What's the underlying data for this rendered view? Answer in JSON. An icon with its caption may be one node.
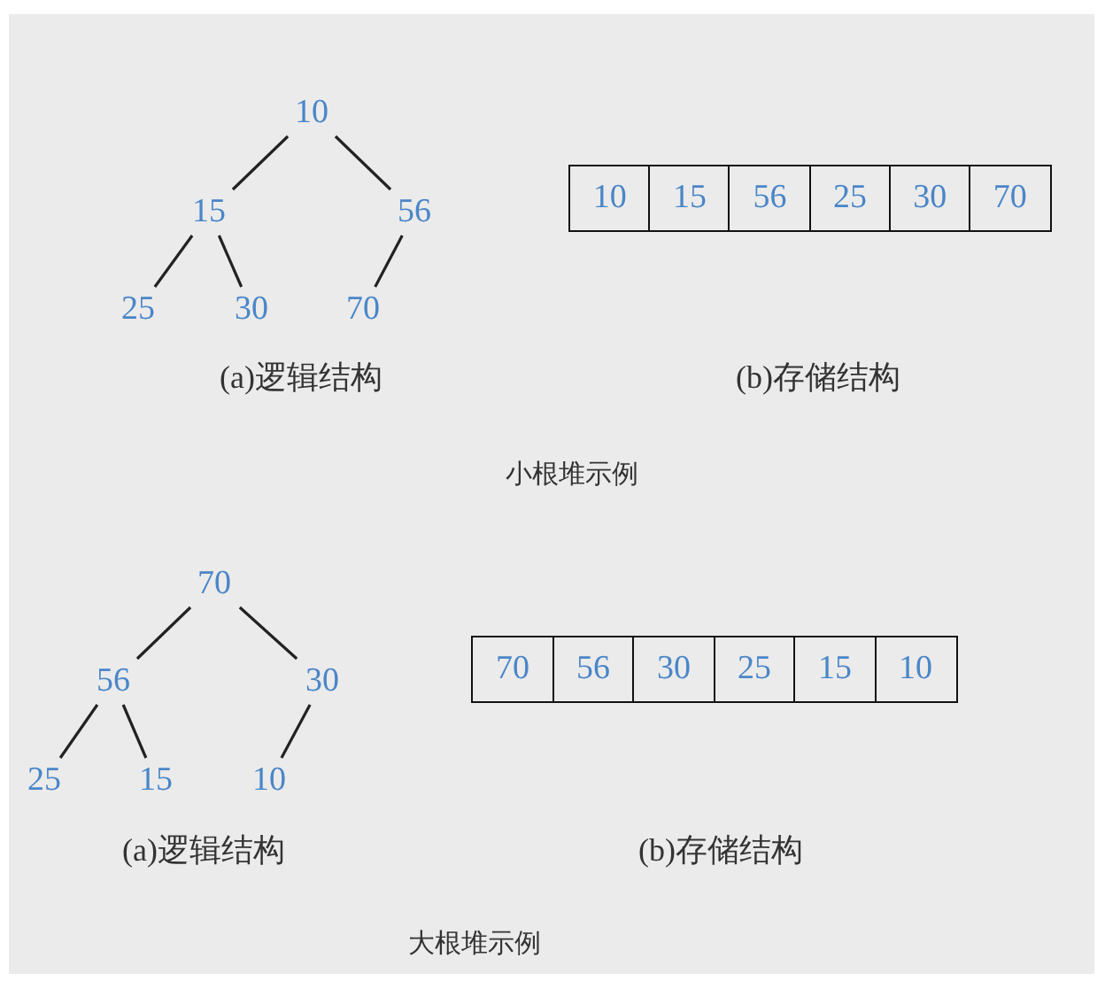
{
  "diagram": {
    "nodes": [
      {
        "text": [
          "10"
        ]
      },
      {
        "text": [
          "15"
        ]
      },
      {
        "text": [
          "56"
        ]
      },
      {
        "text": [
          "25"
        ]
      },
      {
        "text": [
          "30"
        ]
      },
      {
        "text": [
          "70"
        ]
      },
      {
        "text": [
          "10"
        ]
      },
      {
        "text": [
          "15"
        ]
      },
      {
        "text": [
          "56"
        ]
      },
      {
        "text": [
          "25"
        ]
      },
      {
        "text": [
          "30"
        ]
      },
      {
        "text": [
          "70"
        ]
      },
      {
        "text": [
          "70"
        ]
      },
      {
        "text": [
          "56"
        ]
      },
      {
        "text": [
          "30"
        ]
      },
      {
        "text": [
          "25"
        ]
      },
      {
        "text": [
          "15"
        ]
      },
      {
        "text": [
          "10"
        ]
      },
      {
        "text": [
          "70"
        ]
      },
      {
        "text": [
          "56"
        ]
      },
      {
        "text": [
          "30"
        ]
      },
      {
        "text": [
          "25"
        ]
      },
      {
        "text": [
          "15"
        ]
      },
      {
        "text": [
          "10"
        ]
      }
    ],
    "edges": [
      {
        "from": 0,
        "to": 1,
        "arrow": "none"
      },
      {
        "from": 0,
        "to": 2,
        "arrow": "none"
      },
      {
        "from": 1,
        "to": 3,
        "arrow": "none"
      },
      {
        "from": 1,
        "to": 4,
        "arrow": "none"
      },
      {
        "from": 2,
        "to": 5,
        "arrow": "none"
      },
      {
        "from": 12,
        "to": 13,
        "arrow": "none"
      },
      {
        "from": 12,
        "to": 14,
        "arrow": "none"
      },
      {
        "from": 13,
        "to": 15,
        "arrow": "none"
      },
      {
        "from": 13,
        "to": 16,
        "arrow": "none"
      },
      {
        "from": 14,
        "to": 17,
        "arrow": "none"
      }
    ],
    "labels": [
      "(a)逻辑结构",
      "(b)存储结构",
      "小根堆示例",
      "(a)逻辑结构",
      "(b)存储结构",
      "大根堆示例"
    ]
  }
}
